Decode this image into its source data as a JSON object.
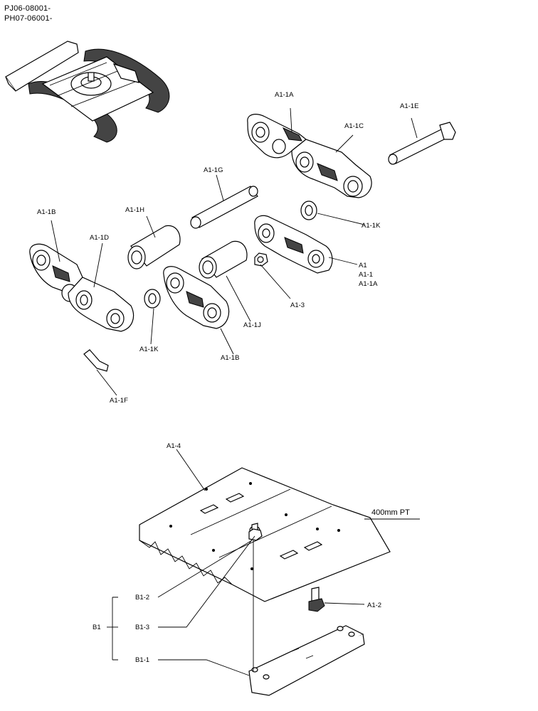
{
  "header": {
    "serial_line_1": "PJ06-08001-",
    "serial_line_2": "PH07-06001-"
  },
  "callouts": {
    "a1_1a": "A1-1A",
    "a1_1c": "A1-1C",
    "a1_1e": "A1-1E",
    "a1_1g": "A1-1G",
    "a1_1h": "A1-1H",
    "a1_1b_left": "A1-1B",
    "a1_1d": "A1-1D",
    "a1_1k_right": "A1-1K",
    "a1_group": [
      "A1",
      "A1-1",
      "A1-1A"
    ],
    "a1_3": "A1-3",
    "a1_1j": "A1-1J",
    "a1_1k_left": "A1-1K",
    "a1_1b_bottom": "A1-1B",
    "a1_1f": "A1-1F",
    "a1_4": "A1-4",
    "shoe_size": "400mm PT",
    "b1_2": "B1-2",
    "b1_3": "B1-3",
    "b1_1": "B1-1",
    "b1": "B1",
    "a1_2": "A1-2"
  }
}
